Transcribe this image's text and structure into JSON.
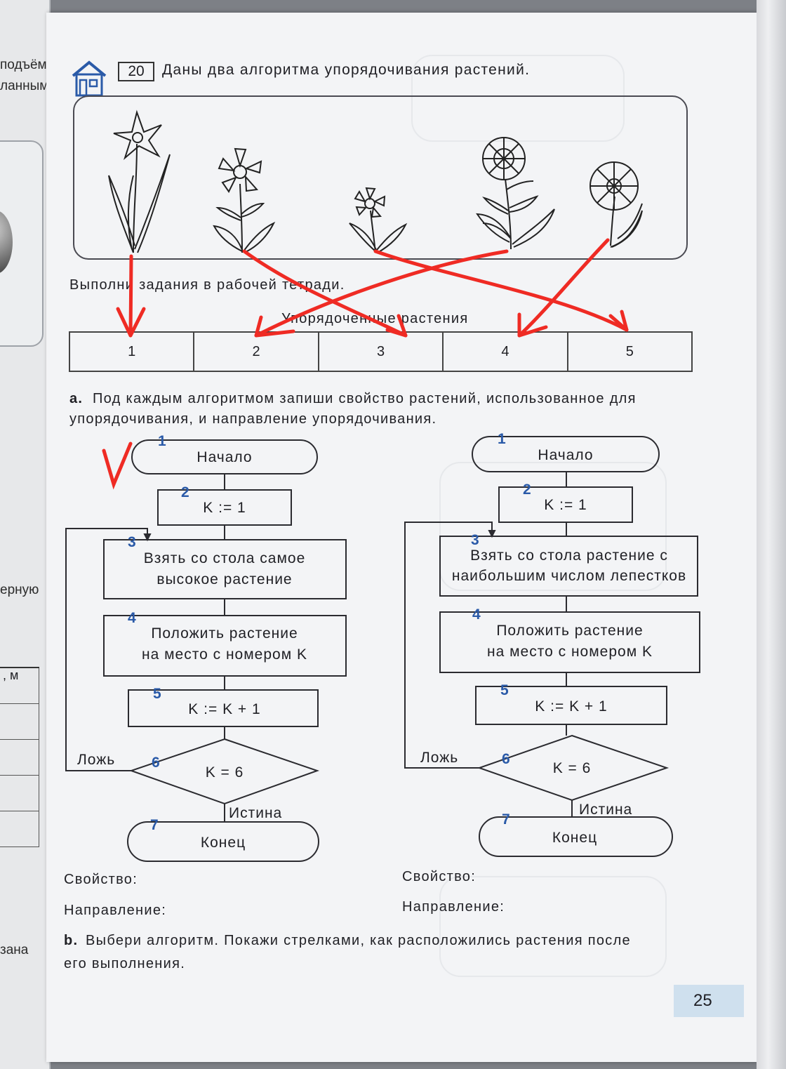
{
  "left_page": {
    "fragments": [
      "подъём",
      "ланным",
      "ерную",
      ", м",
      "зана"
    ]
  },
  "task": {
    "number": "20",
    "title": "Даны два алгоритма упорядочивания растений.",
    "instruction": "Выполни задания в рабочей тетради.",
    "table_caption": "Упорядоченные растения",
    "positions": [
      "1",
      "2",
      "3",
      "4",
      "5"
    ],
    "part_a_label": "a.",
    "part_a_line1": "Под каждым алгоритмом запиши свойство растений, использованное для",
    "part_a_line2": "упорядочивания, и направление упорядочивания.",
    "part_b_label": "b.",
    "part_b_line1": "Выбери алгоритм. Покажи стрелками, как расположились растения после",
    "part_b_line2": "его выполнения."
  },
  "handwritten_mark": "V",
  "algorithms": [
    {
      "blocks": {
        "n1": "1",
        "start": "Начало",
        "n2": "2",
        "assign": "K := 1",
        "n3": "3",
        "take_line1": "Взять со стола самое",
        "take_line2": "высокое растение",
        "n4": "4",
        "put_line1": "Положить растение",
        "put_line2": "на место с номером K",
        "n5": "5",
        "inc": "K := K + 1",
        "n6": "6",
        "cond": "K = 6",
        "n7": "7",
        "end": "Конец",
        "false_label": "Ложь",
        "true_label": "Истина"
      },
      "property_label": "Свойство:",
      "direction_label": "Направление:"
    },
    {
      "blocks": {
        "n1": "1",
        "start": "Начало",
        "n2": "2",
        "assign": "K := 1",
        "n3": "3",
        "take_line1": "Взять со стола растение с",
        "take_line2": "наибольшим числом лепестков",
        "n4": "4",
        "put_line1": "Положить растение",
        "put_line2": "на место с номером K",
        "n5": "5",
        "inc": "K := K + 1",
        "n6": "6",
        "cond": "K = 6",
        "n7": "7",
        "end": "Конец",
        "false_label": "Ложь",
        "true_label": "Истина"
      },
      "property_label": "Свойство:",
      "direction_label": "Направление:"
    }
  ],
  "page_number": "25",
  "colors": {
    "ink": "#1f1f24",
    "number_blue": "#2a5aa8",
    "red_annotation": "#ef2b24",
    "page_number_bg": "#cfe0ee"
  }
}
